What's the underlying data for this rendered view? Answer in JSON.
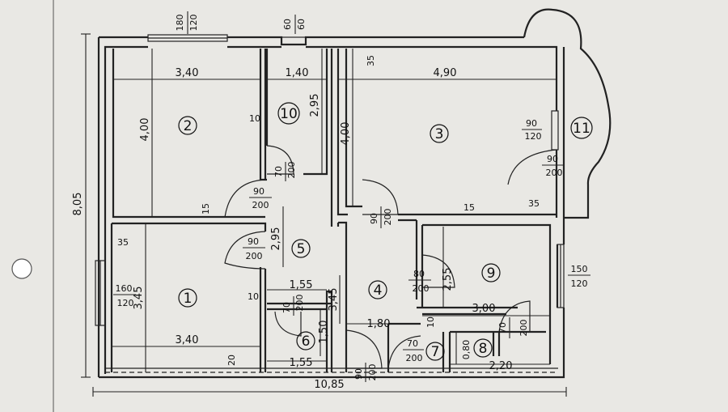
{
  "rooms": [
    "1",
    "2",
    "3",
    "4",
    "5",
    "6",
    "7",
    "8",
    "9",
    "10",
    "11"
  ],
  "dims": {
    "overall_w": "10,85",
    "overall_h": "8,05",
    "r2_w": "3,40",
    "r2_h": "4,00",
    "r10_w": "1,40",
    "r10_h": "2,95",
    "r3_w": "4,90",
    "r3_h": "4,00",
    "r1_w_bottom": "3,40",
    "r1_h": "3,45",
    "r5_h": "2,95",
    "r4_h": "3,45",
    "r4_w": "1,80",
    "r9_w": "3,00",
    "r9_h": "2,55",
    "r6_w_top": "1,55",
    "r6_w_bottom": "1,55",
    "r6_h": "1,50",
    "r8_w": "2,20",
    "r8_h": "0,80",
    "t10": "10",
    "t15a": "15",
    "t15b": "15",
    "t35a": "35",
    "t35b": "35",
    "t35c": "35",
    "t10b": "10",
    "t20": "20",
    "t10c": "10"
  },
  "openings": {
    "win_top_left": [
      "180",
      "120"
    ],
    "win_top_mid": [
      "60",
      "60"
    ],
    "win_r3": [
      "90",
      "120"
    ],
    "door_r3_bay": [
      "90",
      "200"
    ],
    "door_r2": [
      "90",
      "200"
    ],
    "door_r10": [
      "70",
      "200"
    ],
    "door_r1": [
      "90",
      "200"
    ],
    "door_r3": [
      "90",
      "200"
    ],
    "door_r9": [
      "80",
      "200"
    ],
    "door_r6": [
      "70",
      "200"
    ],
    "door_r4_wc": [
      "90",
      "200"
    ],
    "door_r7": [
      "70",
      "200"
    ],
    "door_r8": [
      "70",
      "200"
    ],
    "win_r1": [
      "160",
      "120"
    ],
    "win_r9": [
      "150",
      "120"
    ]
  }
}
